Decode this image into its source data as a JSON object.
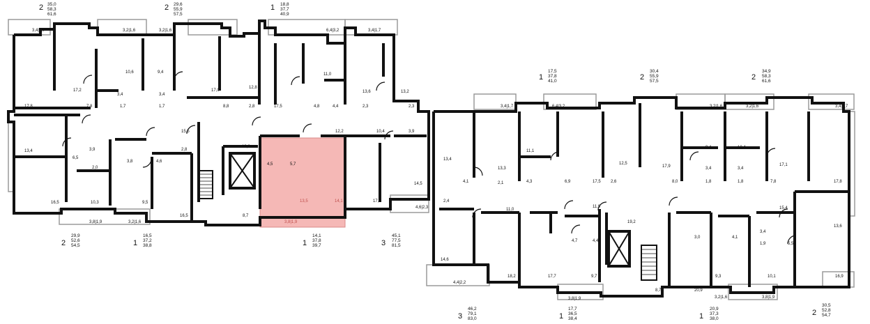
{
  "accent_color": "#f5b8b6",
  "apartments": [
    {
      "rooms": "2",
      "areas": [
        "35,0",
        "58,3",
        "61,6"
      ]
    },
    {
      "rooms": "2",
      "areas": [
        "29,6",
        "55,9",
        "57,5"
      ]
    },
    {
      "rooms": "1",
      "areas": [
        "18,8",
        "37,7",
        "40,9"
      ]
    },
    {
      "rooms": "1",
      "areas": [
        "17,5",
        "37,8",
        "41,0"
      ]
    },
    {
      "rooms": "2",
      "areas": [
        "30,4",
        "55,9",
        "57,5"
      ]
    },
    {
      "rooms": "2",
      "areas": [
        "34,9",
        "58,3",
        "61,6"
      ]
    },
    {
      "rooms": "2",
      "areas": [
        "29,9",
        "52,6",
        "54,5"
      ]
    },
    {
      "rooms": "1",
      "areas": [
        "16,5",
        "37,2",
        "38,8"
      ]
    },
    {
      "rooms": "1",
      "areas": [
        "14,1",
        "37,8",
        "39,7"
      ]
    },
    {
      "rooms": "3",
      "areas": [
        "45,1",
        "77,5",
        "81,5"
      ]
    },
    {
      "rooms": "3",
      "areas": [
        "46,2",
        "79,1",
        "83,0"
      ]
    },
    {
      "rooms": "1",
      "areas": [
        "17,7",
        "36,5",
        "38,4"
      ]
    },
    {
      "rooms": "1",
      "areas": [
        "20,9",
        "37,3",
        "38,0"
      ]
    },
    {
      "rooms": "2",
      "areas": [
        "30,5",
        "52,8",
        "54,7"
      ]
    }
  ],
  "rooms": [
    "3,4|1,7",
    "3,2|1,6",
    "3,2|1,6",
    "6,4|3,2",
    "3,4|1,7",
    "17,2",
    "10,6",
    "9,4",
    "17,0",
    "12,8",
    "11,0",
    "13,6",
    "13,2",
    "3,4",
    "3,4",
    "17,8",
    "7,8",
    "1,7",
    "1,7",
    "8,8",
    "2,8",
    "17,5",
    "4,8",
    "4,4",
    "2,3",
    "2,3",
    "15,5",
    "12,2",
    "10,4",
    "3,9",
    "13,4",
    "3,9",
    "2,0",
    "6,5",
    "3,8",
    "4,6",
    "2,8",
    "19,2",
    "4,5",
    "5,7",
    "16,5",
    "10,3",
    "9,5",
    "16,5",
    "8,7",
    "13,5",
    "14,1",
    "17,4",
    "14,5",
    "3,8|1,9",
    "3,2|1,6",
    "3,8|1,9",
    "4,6|2,3",
    "3,4|1,7",
    "6,4|3,2",
    "3,2|1,6",
    "3,2|1,6",
    "3,4|1,7",
    "11,1",
    "13,4",
    "13,3",
    "4,1",
    "2,1",
    "4,3",
    "6,9",
    "17,5",
    "12,5",
    "2,6",
    "17,9",
    "9,4",
    "3,4",
    "1,8",
    "8,0",
    "10,4",
    "3,4",
    "1,8",
    "17,1",
    "7,8",
    "17,8",
    "2,4",
    "11,0",
    "11,9",
    "19,2",
    "15,4",
    "13,6",
    "3,0",
    "4,1",
    "4,7",
    "4,4",
    "3,4",
    "1,9",
    "5,5",
    "14,6",
    "18,2",
    "17,7",
    "9,7",
    "8,7",
    "9,3",
    "20,9",
    "10,1",
    "16,9",
    "4,4|2,2",
    "3,8|1,9",
    "3,2|1,6",
    "3,8|1,9"
  ]
}
